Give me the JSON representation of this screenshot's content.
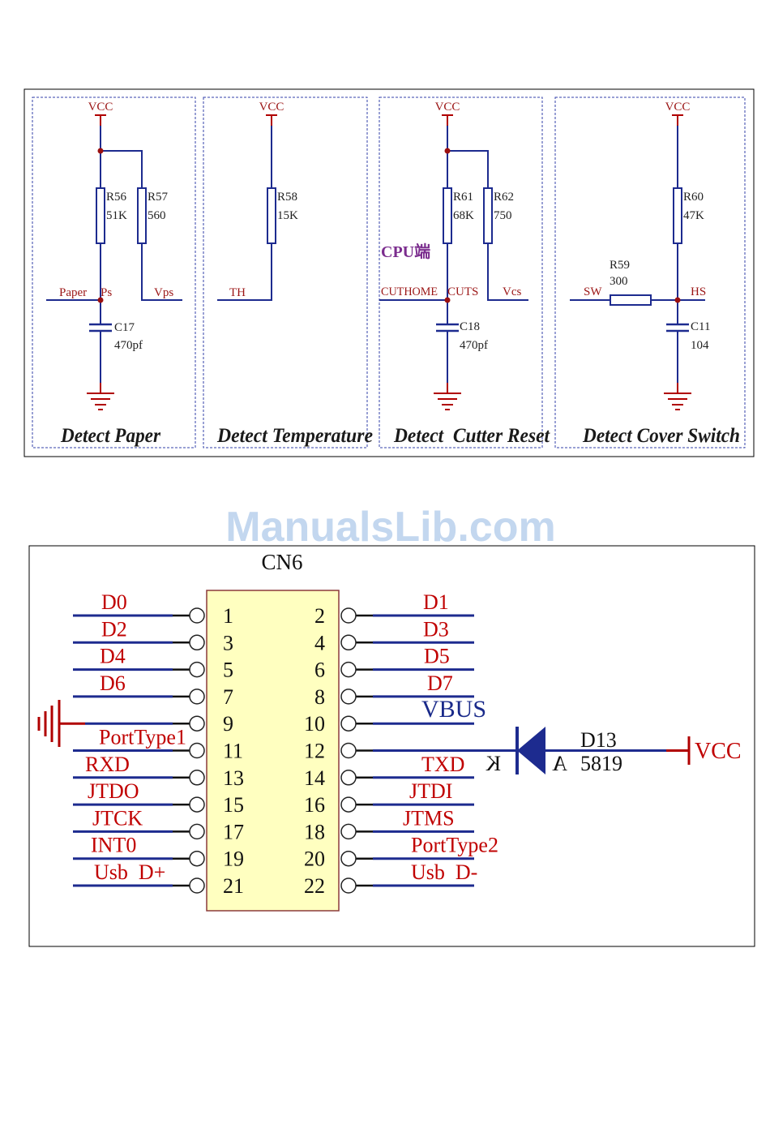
{
  "watermark": "ManualsLib.com",
  "colors": {
    "wire": "#1d2b8f",
    "power_ground": "#b00000",
    "net_label": "#9b1515",
    "signal_label": "#c00000",
    "cpu_note": "#7b2d8e",
    "vbus_label": "#1a2a8a",
    "connector_body": "#ffffc0",
    "watermark": "#c3d7ef"
  },
  "sensors": {
    "paper": {
      "title": "Detect Paper",
      "supply": "VCC",
      "r_left": {
        "ref": "R56",
        "value": "51K"
      },
      "r_right": {
        "ref": "R57",
        "value": "560"
      },
      "capacitor": {
        "ref": "C17",
        "value": "470pf"
      },
      "nets": {
        "input": "Paper",
        "node": "Ps",
        "output": "Vps"
      }
    },
    "temperature": {
      "title": "Detect Temperature",
      "supply": "VCC",
      "resistor": {
        "ref": "R58",
        "value": "15K"
      },
      "nets": {
        "output": "TH"
      }
    },
    "cutter": {
      "title": "Detect  Cutter Reset",
      "supply": "VCC",
      "note": "CPU端",
      "r_left": {
        "ref": "R61",
        "value": "68K"
      },
      "r_right": {
        "ref": "R62",
        "value": "750"
      },
      "capacitor": {
        "ref": "C18",
        "value": "470pf"
      },
      "nets": {
        "input": "CUTHOME",
        "node": "CUTS",
        "output": "Vcs"
      }
    },
    "cover": {
      "title": "Detect Cover Switch",
      "supply": "VCC",
      "r_pullup": {
        "ref": "R60",
        "value": "47K"
      },
      "r_series": {
        "ref": "R59",
        "value": "300"
      },
      "capacitor": {
        "ref": "C11",
        "value": "104"
      },
      "nets": {
        "input": "SW",
        "output": "HS"
      }
    }
  },
  "connector": {
    "ref": "CN6",
    "left_pins": [
      {
        "num": "1",
        "signal": "D0"
      },
      {
        "num": "3",
        "signal": "D2"
      },
      {
        "num": "5",
        "signal": "D4"
      },
      {
        "num": "7",
        "signal": "D6"
      },
      {
        "num": "9",
        "symbol": "ground-icon"
      },
      {
        "num": "11",
        "signal": "PortType1"
      },
      {
        "num": "13",
        "signal": "RXD"
      },
      {
        "num": "15",
        "signal": "JTDO"
      },
      {
        "num": "17",
        "signal": "JTCK"
      },
      {
        "num": "19",
        "signal": "INT0"
      },
      {
        "num": "21",
        "signal": "Usb  D+"
      }
    ],
    "right_pins": [
      {
        "num": "2",
        "signal": "D1"
      },
      {
        "num": "4",
        "signal": "D3"
      },
      {
        "num": "6",
        "signal": "D5"
      },
      {
        "num": "8",
        "signal": "D7"
      },
      {
        "num": "10",
        "signal": "VBUS"
      },
      {
        "num": "12",
        "symbol": "diode-icon"
      },
      {
        "num": "14",
        "signal": "TXD"
      },
      {
        "num": "16",
        "signal": "JTDI"
      },
      {
        "num": "18",
        "signal": "JTMS"
      },
      {
        "num": "20",
        "signal": "PortType2"
      },
      {
        "num": "22",
        "signal": "Usb  D-"
      }
    ],
    "diode": {
      "ref": "D13",
      "part": "5819",
      "cathode": "K",
      "anode": "A"
    },
    "supply": "VCC"
  }
}
